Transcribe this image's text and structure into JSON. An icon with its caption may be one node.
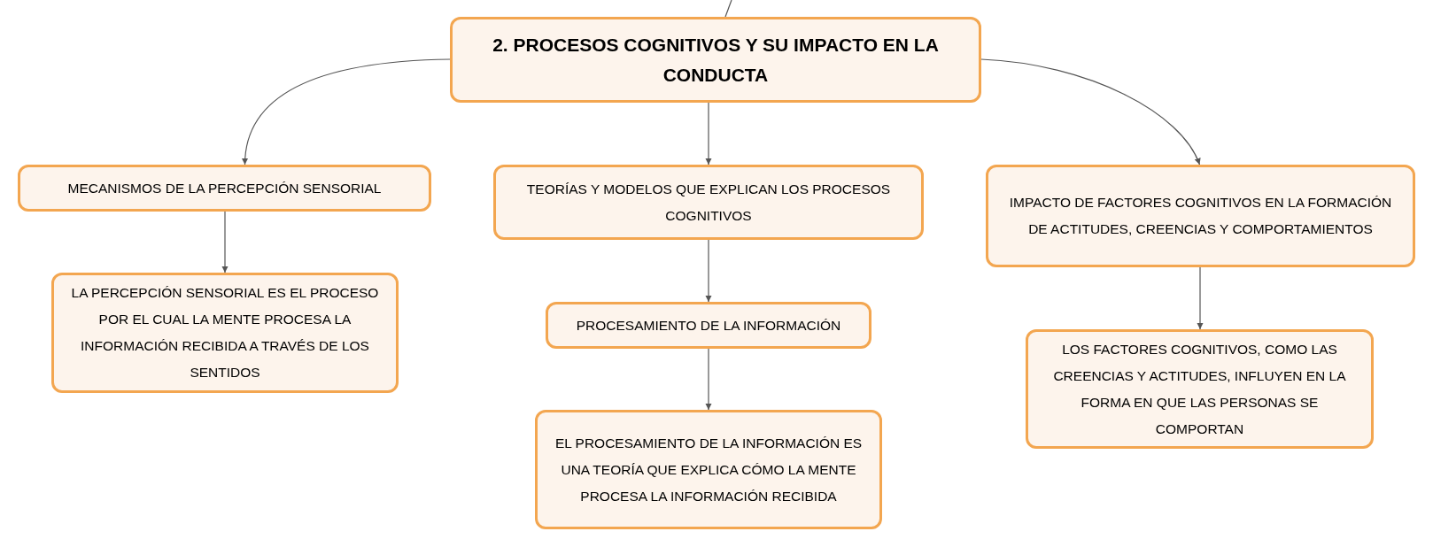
{
  "diagram": {
    "nodes": [
      {
        "text": [
          "2. PROCESOS COGNITIVOS Y SU IMPACTO EN LA CONDUCTA"
        ]
      },
      {
        "text": [
          "MECANISMOS DE LA PERCEPCIÓN SENSORIAL"
        ]
      },
      {
        "text": [
          "TEORÍAS Y MODELOS QUE EXPLICAN LOS PROCESOS COGNITIVOS"
        ]
      },
      {
        "text": [
          "IMPACTO DE FACTORES COGNITIVOS EN LA FORMACIÓN DE ACTITUDES, CREENCIAS Y COMPORTAMIENTOS"
        ]
      },
      {
        "text": [
          "LA PERCEPCIÓN SENSORIAL ES EL PROCESO POR EL CUAL LA MENTE PROCESA LA INFORMACIÓN RECIBIDA A TRAVÉS DE LOS SENTIDOS"
        ]
      },
      {
        "text": [
          "PROCESAMIENTO DE LA INFORMACIÓN"
        ]
      },
      {
        "text": [
          "EL PROCESAMIENTO DE LA INFORMACIÓN ES UNA TEORÍA QUE EXPLICA CÓMO LA MENTE PROCESA LA INFORMACIÓN RECIBIDA"
        ]
      },
      {
        "text": [
          "LOS FACTORES COGNITIVOS, COMO LAS CREENCIAS Y ACTITUDES, INFLUYEN EN LA FORMA EN QUE LAS PERSONAS SE COMPORTAN"
        ]
      }
    ],
    "edges": [
      {
        "from": null,
        "to": 0,
        "arrow": "none"
      },
      {
        "from": 0,
        "to": 1,
        "arrow": "to"
      },
      {
        "from": 0,
        "to": 2,
        "arrow": "to"
      },
      {
        "from": 0,
        "to": 3,
        "arrow": "to"
      },
      {
        "from": 1,
        "to": 4,
        "arrow": "to"
      },
      {
        "from": 2,
        "to": 5,
        "arrow": "to"
      },
      {
        "from": 5,
        "to": 6,
        "arrow": "to"
      },
      {
        "from": 3,
        "to": 7,
        "arrow": "to"
      }
    ]
  }
}
